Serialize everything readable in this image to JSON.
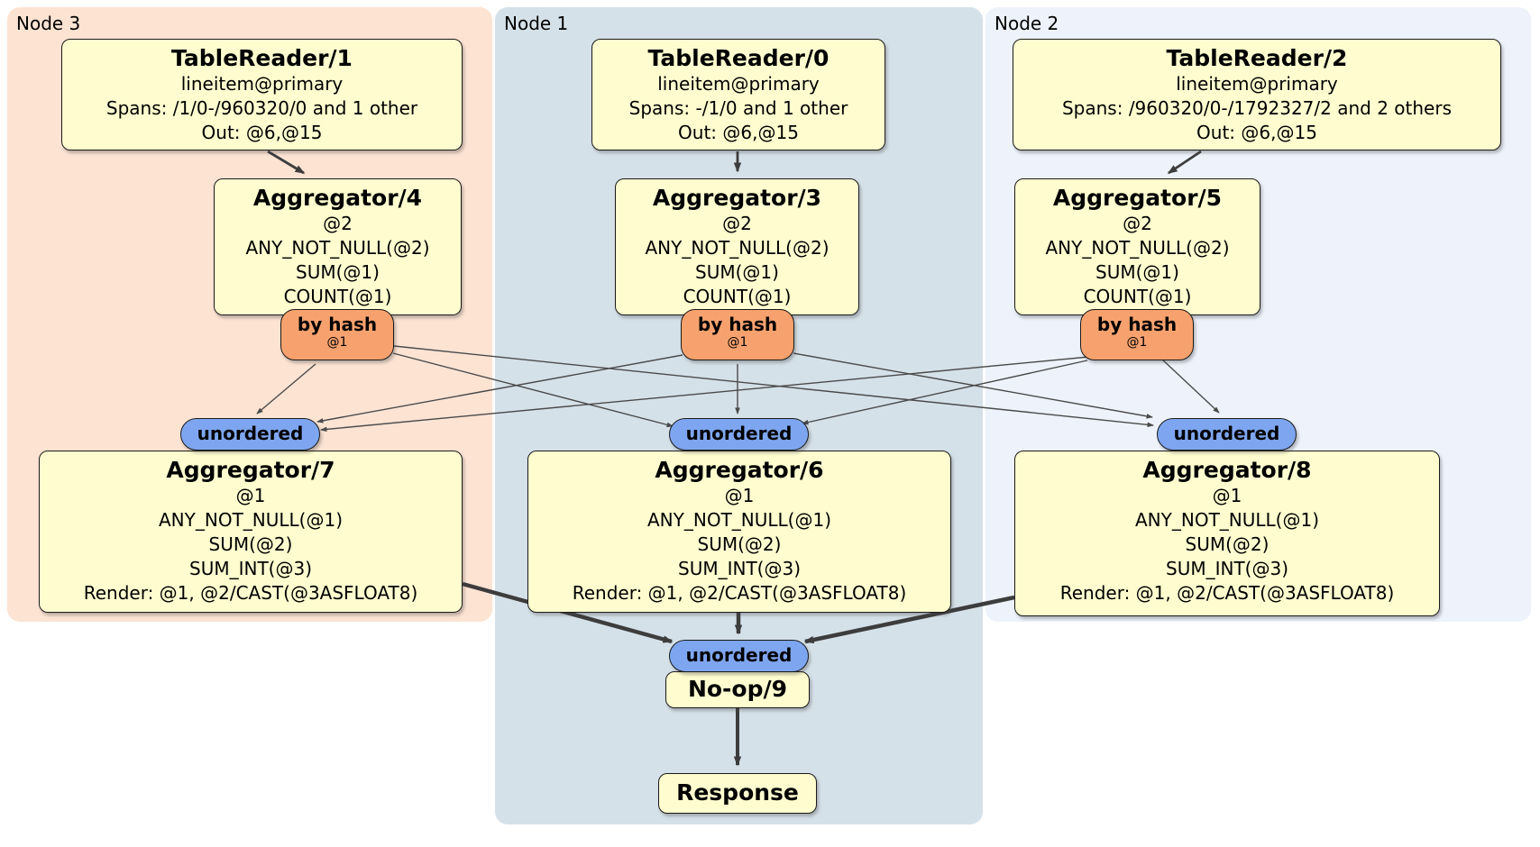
{
  "panels": [
    {
      "label": "Node 3"
    },
    {
      "label": "Node 1"
    },
    {
      "label": "Node 2"
    }
  ],
  "processors": {
    "tr1": {
      "title": "TableReader/1",
      "lines": [
        "lineitem@primary",
        "Spans: /1/0-/960320/0 and 1 other",
        "Out: @6,@15"
      ]
    },
    "tr0": {
      "title": "TableReader/0",
      "lines": [
        "lineitem@primary",
        "Spans: -/1/0 and 1 other",
        "Out: @6,@15"
      ]
    },
    "tr2": {
      "title": "TableReader/2",
      "lines": [
        "lineitem@primary",
        "Spans: /960320/0-/1792327/2 and 2 others",
        "Out: @6,@15"
      ]
    },
    "agg4": {
      "title": "Aggregator/4",
      "lines": [
        "@2",
        "ANY_NOT_NULL(@2)",
        "SUM(@1)",
        "COUNT(@1)"
      ]
    },
    "agg3": {
      "title": "Aggregator/3",
      "lines": [
        "@2",
        "ANY_NOT_NULL(@2)",
        "SUM(@1)",
        "COUNT(@1)"
      ]
    },
    "agg5": {
      "title": "Aggregator/5",
      "lines": [
        "@2",
        "ANY_NOT_NULL(@2)",
        "SUM(@1)",
        "COUNT(@1)"
      ]
    },
    "agg7": {
      "title": "Aggregator/7",
      "lines": [
        "@1",
        "ANY_NOT_NULL(@1)",
        "SUM(@2)",
        "SUM_INT(@3)",
        "Render: @1, @2/CAST(@3ASFLOAT8)"
      ]
    },
    "agg6": {
      "title": "Aggregator/6",
      "lines": [
        "@1",
        "ANY_NOT_NULL(@1)",
        "SUM(@2)",
        "SUM_INT(@3)",
        "Render: @1, @2/CAST(@3ASFLOAT8)"
      ]
    },
    "agg8": {
      "title": "Aggregator/8",
      "lines": [
        "@1",
        "ANY_NOT_NULL(@1)",
        "SUM(@2)",
        "SUM_INT(@3)",
        "Render: @1, @2/CAST(@3ASFLOAT8)"
      ]
    },
    "noop9": {
      "title": "No-op/9"
    },
    "response": {
      "title": "Response"
    }
  },
  "routers": [
    {
      "label": "by hash",
      "key": "@1"
    },
    {
      "label": "by hash",
      "key": "@1"
    },
    {
      "label": "by hash",
      "key": "@1"
    }
  ],
  "syncs": [
    {
      "label": "unordered"
    },
    {
      "label": "unordered"
    },
    {
      "label": "unordered"
    },
    {
      "label": "unordered"
    }
  ],
  "colors": {
    "panel-node3": "#fce3d2",
    "panel-node1": "#d5e1e9",
    "panel-node2": "#edf2fb",
    "box-fill": "#fffdcf",
    "router-fill": "#f7a26e",
    "sync-fill": "#7ea6f0",
    "edge-thin": "#4a4a4a",
    "edge-thick": "#3d3d3d"
  }
}
